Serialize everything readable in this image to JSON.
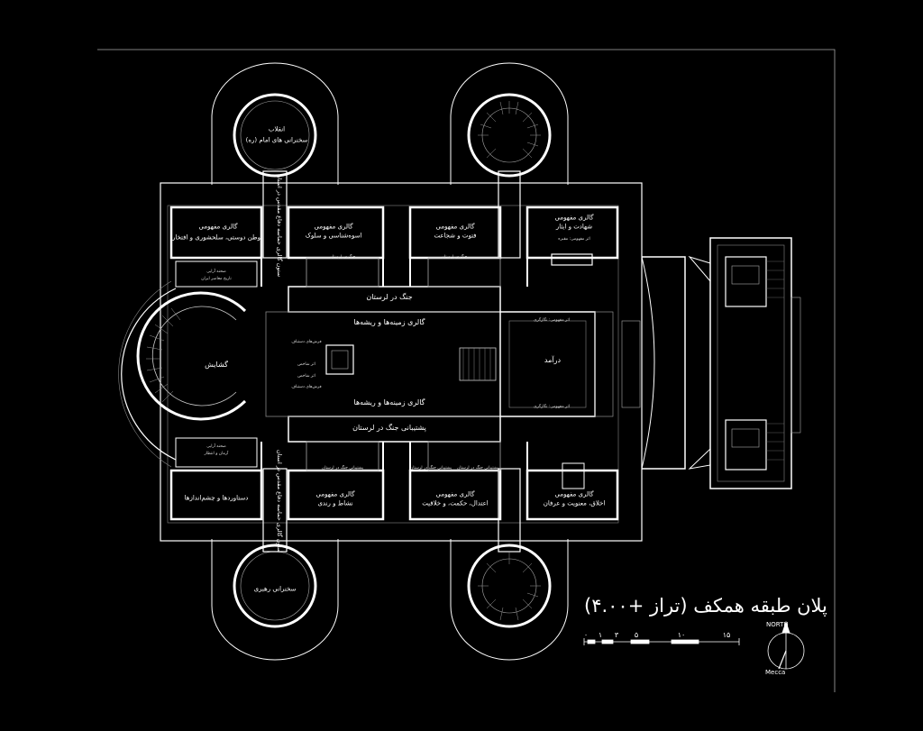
{
  "title": "پلان طبقه همکف (تراز +۴.۰۰)",
  "north_label": "NORTH",
  "mecca_label": "Mecca",
  "scale_ticks": [
    "۰",
    "۱",
    "۳",
    "۵",
    "۱۰",
    "۱۵"
  ],
  "rooms": {
    "enghelab": "انقلاب",
    "imam_speeches": "سخنرانی های امام (ره)",
    "leader_speeches": "سخنرانی رهبری",
    "g1_a": "گالری مفهومی",
    "g1_b": "وطن دوستی، سلحشوری و افتخار",
    "g2_a": "گالری مفهومی",
    "g2_b": "اسوه‌شناسی و سلوک",
    "g3_a": "گالری مفهومی",
    "g3_b": "فتوت و شجاعت",
    "g4_a": "گالری مفهومی",
    "g4_b": "شهادت و ایثار",
    "g4_note": "اثر مفهومی: مقبره",
    "sahne_1a": "صحنه آرایی",
    "sahne_1b": "تاریخ معاصر ایران",
    "jang_lorestan": "جنگ در لرستان",
    "jang_small_1": "جنگ در لرستان",
    "jang_small_2": "جنگ در لرستان",
    "zamine_top": "گالری زمینه‌ها و ریشه‌ها",
    "zamine_bottom": "گالری زمینه‌ها و ریشه‌ها",
    "goshayesh": "گشایش",
    "daramad": "درآمد",
    "poshtibani": "پشتیبانی جنگ در لرستان",
    "sahne_2a": "صحنه آرایی",
    "sahne_2b": "آرمان و انتظار",
    "dastavard": "دستاوردها و چشم‌اندازها",
    "g5_a": "گالری مفهومی",
    "g5_b": "نشاط و رندی",
    "g6_a": "گالری مفهومی",
    "g6_b": "اعتدال، حکمت، و خلاقیت",
    "g7_a": "گالری مفهومی",
    "g7_b": "اخلاق، معنویت و عرفان",
    "posht_small_1": "پشتیبانی جنگ در لرستان",
    "posht_small_2": "پشتیبانی جنگ در لرستان",
    "posht_small_3": "پشتیبانی جنگ در لرستان",
    "note_1": "اثر مفهومی: نگارگری",
    "note_2": "اثر مفهومی: نگارگری",
    "note_3": "اثر شاخص",
    "note_4": "اثر شاخص",
    "carpet_1": "فرش‌های دستباف",
    "carpet_2": "فرش‌های دستباف",
    "corridor_top": "ستون گالری حماسه دفاع مقدس در استان",
    "corridor_bottom": "ستون گالری حماسه دفاع مقدس در استان"
  }
}
